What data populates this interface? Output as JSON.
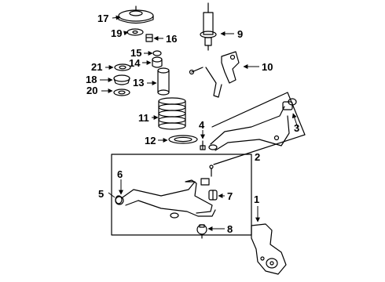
{
  "colors": {
    "ink": "#000000",
    "paper": "#ffffff"
  },
  "callouts": {
    "c1": "1",
    "c2": "2",
    "c3": "3",
    "c4": "4",
    "c5": "5",
    "c6": "6",
    "c7": "7",
    "c8": "8",
    "c9": "9",
    "c10": "10",
    "c11": "11",
    "c12": "12",
    "c13": "13",
    "c14": "14",
    "c15": "15",
    "c16": "16",
    "c17": "17",
    "c18": "18",
    "c19": "19",
    "c20": "20",
    "c21": "21"
  }
}
